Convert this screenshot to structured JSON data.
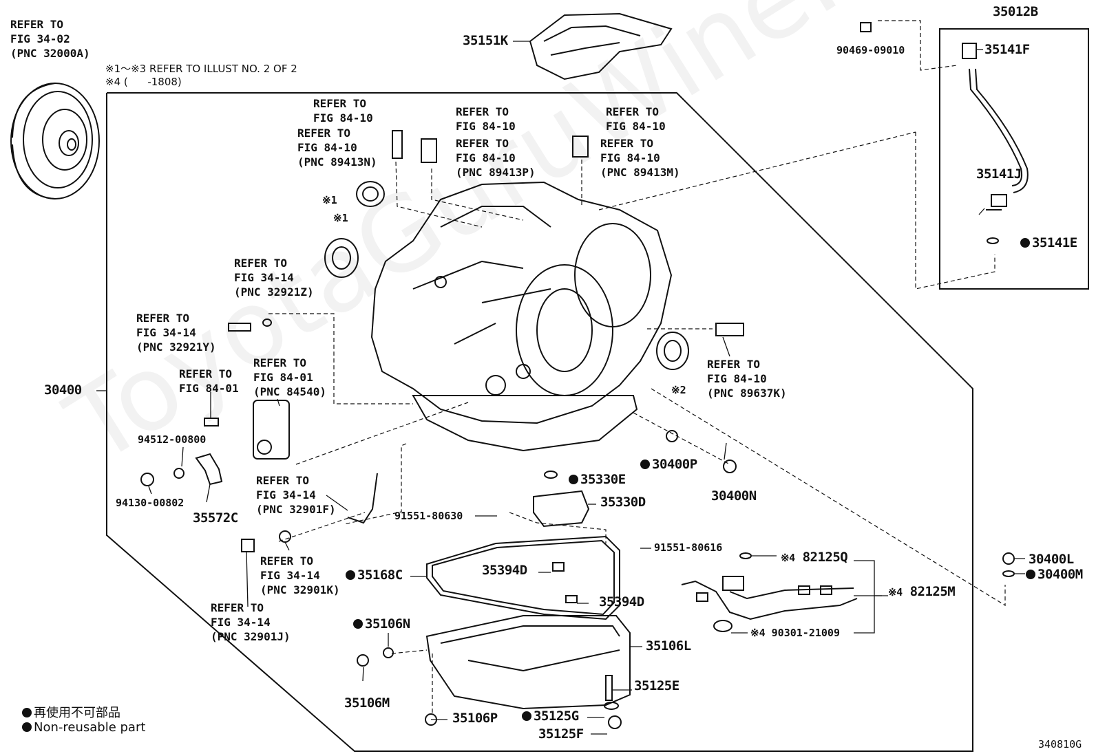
{
  "watermark": "ToyotaGuruWine.ru",
  "notes": {
    "refer_illust": "※1～※3 REFER TO ILLUST NO. 2 OF 2",
    "refer_code4": "※4 (      -1808)"
  },
  "refer_blocks": {
    "torque_converter": "REFER TO\nFIG 34-02\n(PNC 32000A)",
    "bolt_a": "REFER TO\nFIG 84-10",
    "sensor_n": "REFER TO\nFIG 84-10\n(PNC 89413N)",
    "bolt_b": "REFER TO\nFIG 84-10",
    "sensor_p": "REFER TO\nFIG 84-10\n(PNC 89413P)",
    "bolt_c": "REFER TO\nFIG 84-10",
    "sensor_m": "REFER TO\nFIG 84-10\n(PNC 89413M)",
    "oring_z": "REFER TO\nFIG 34-14\n(PNC 32921Z)",
    "plug_y": "REFER TO\nFIG 34-14\n(PNC 32921Y)",
    "bolt_8401": "REFER TO\nFIG 84-01",
    "switch_84540": "REFER TO\nFIG 84-01\n(PNC 84540)",
    "speed_89637k": "REFER TO\nFIG 84-10\n(PNC 89637K)",
    "tube_32901f": "REFER TO\nFIG 34-14\n(PNC 32901F)",
    "washer_32901k": "REFER TO\nFIG 34-14\n(PNC 32901K)",
    "bolt_32901j": "REFER TO\nFIG 34-14\n(PNC 32901J)"
  },
  "part_numbers": {
    "p35151K": "35151K",
    "p90469": "90469-09010",
    "p35012B": "35012B",
    "p35141F": "35141F",
    "p35141J": "35141J",
    "p35141E": "35141E",
    "p30400": "30400",
    "p94512": "94512-00800",
    "p94130": "94130-00802",
    "p35572C": "35572C",
    "p30400P": "30400P",
    "p30400N": "30400N",
    "p35330E": "35330E",
    "p35330D": "35330D",
    "p91551_630": "91551-80630",
    "p91551_616": "91551-80616",
    "p35168C": "35168C",
    "p35394D_a": "35394D",
    "p35394D_b": "35394D",
    "p82125Q": "82125Q",
    "p82125M": "82125M",
    "p90301": "90301-21009",
    "p30400L": "30400L",
    "p30400M": "30400M",
    "p35106N": "35106N",
    "p35106L": "35106L",
    "p35106M": "35106M",
    "p35125E": "35125E",
    "p35106P": "35106P",
    "p35125G": "35125G",
    "p35125F": "35125F"
  },
  "markers": {
    "m1a": "※1",
    "m1b": "※1",
    "m2": "※2",
    "m4a": "※4",
    "m4b": "※4",
    "m4c": "※4"
  },
  "legend": {
    "jp": "再使用不可部品",
    "en": "Non-reusable part"
  },
  "figure_code": "340810G"
}
